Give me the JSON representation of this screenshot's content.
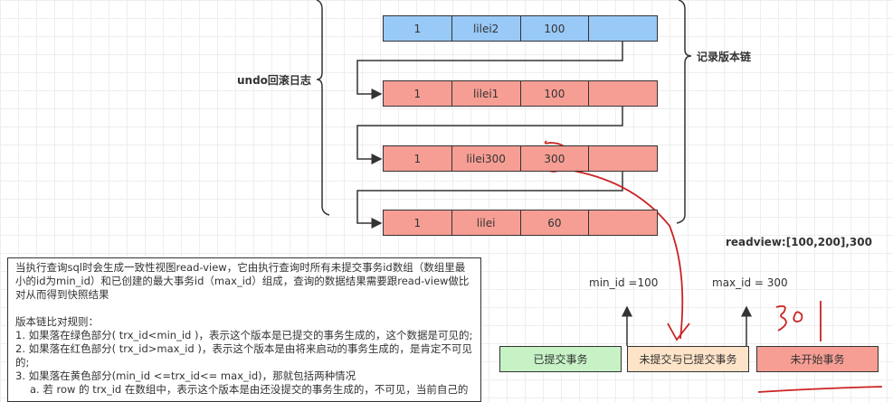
{
  "rows": [
    {
      "color": "blue",
      "cells": [
        "1",
        "lilei2",
        "100",
        ""
      ]
    },
    {
      "color": "red",
      "cells": [
        "1",
        "lilei1",
        "100",
        ""
      ]
    },
    {
      "color": "red",
      "cells": [
        "1",
        "lilei300",
        "300",
        ""
      ]
    },
    {
      "color": "red",
      "cells": [
        "1",
        "lilei",
        "60",
        ""
      ]
    }
  ],
  "labels": {
    "undo": "undo回滚日志",
    "chain": "记录版本链",
    "readview": "readview:[100,200],300",
    "min_id": "min_id =100",
    "max_id": "max_id = 300",
    "handwritten": "301"
  },
  "segments": [
    {
      "label": "已提交事务",
      "color": "#c6f2c6"
    },
    {
      "label": "未提交与已提交事务",
      "color": "#fde3c8"
    },
    {
      "label": "未开始事务",
      "color": "#f79e94"
    }
  ],
  "text": {
    "p1": "当执行查询sql时会生成一致性视图read-view，它由执行查询时所有未提交事务id数组（数组里最小的id为min_id）和已创建的最大事务id（max_id）组成，查询的数据结果需要跟read-view做比对从而得到快照结果",
    "p2": "版本链比对规则：",
    "p3": "1. 如果落在绿色部分( trx_id<min_id )，表示这个版本是已提交的事务生成的，这个数据是可见的;",
    "p4": "2. 如果落在红色部分( trx_id>max_id )，表示这个版本是由将来启动的事务生成的，是肯定不可见的;",
    "p5": "3. 如果落在黄色部分(min_id <=trx_id<= max_id)，那就包括两种情况",
    "p6": "a. 若 row 的 trx_id 在数组中，表示这个版本是由还没提交的事务生成的，不可见，当前自己的"
  },
  "colors": {
    "blue": "#99c9f7",
    "red": "#f79e94",
    "ink": "#cc2222"
  }
}
